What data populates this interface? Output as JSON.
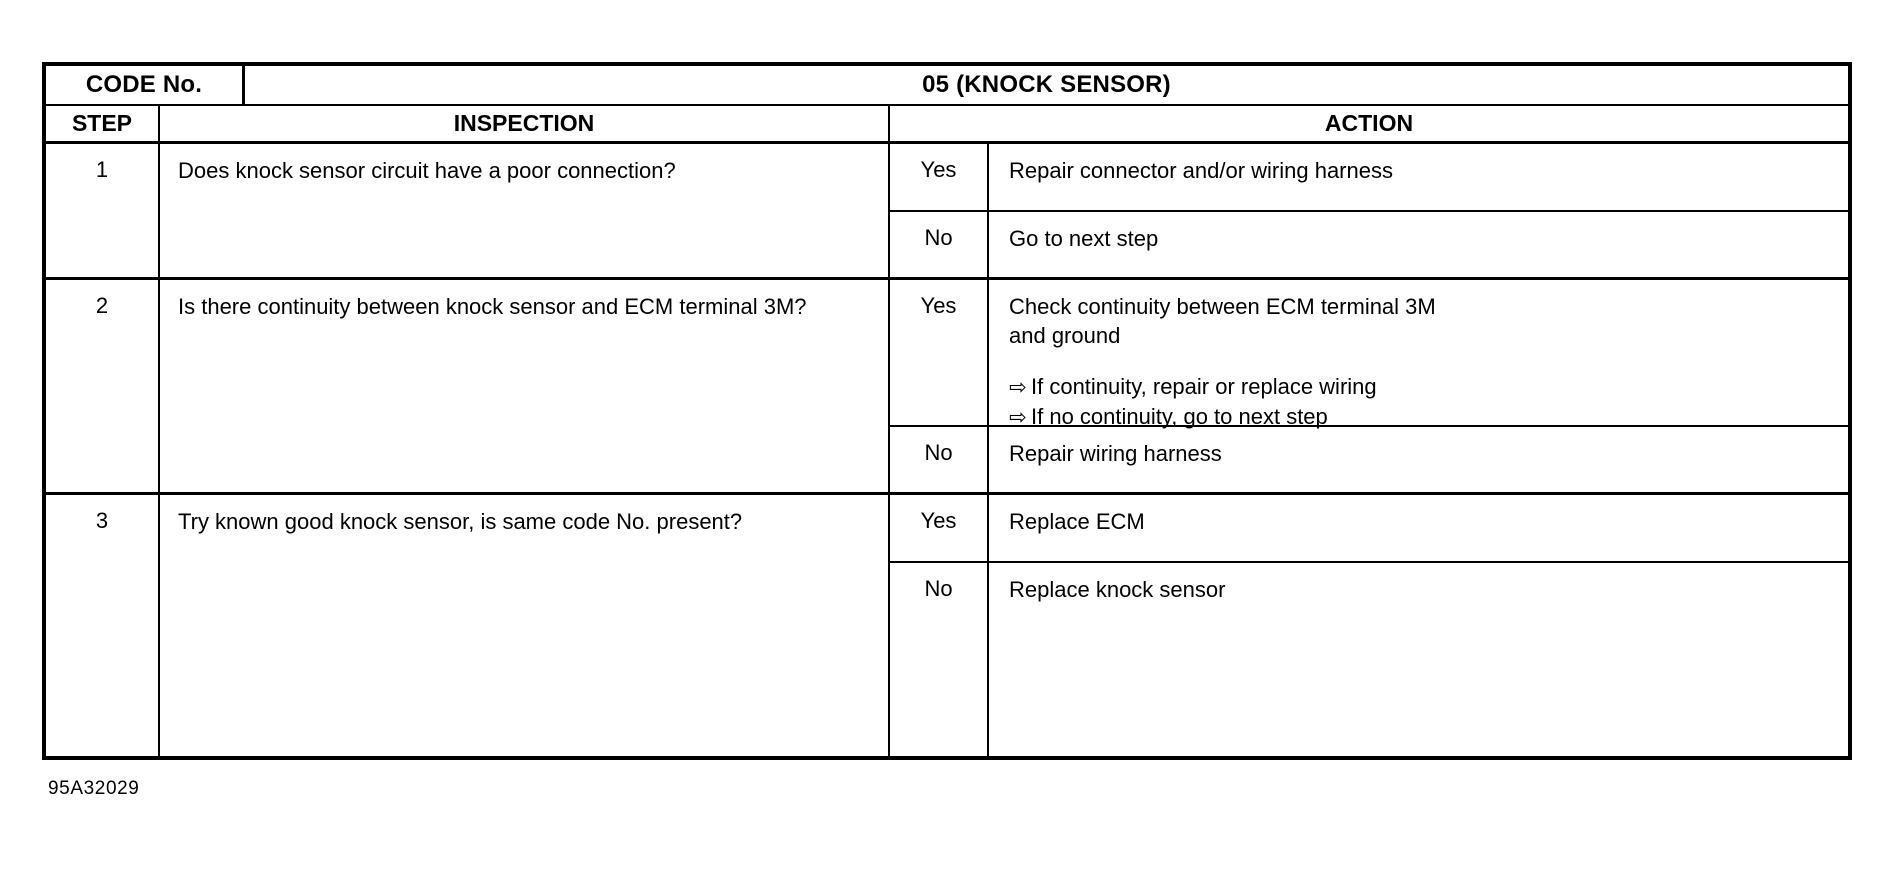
{
  "table": {
    "code_label": "CODE No.",
    "code_value": "05 (KNOCK SENSOR)",
    "columns": {
      "step": "STEP",
      "inspection": "INSPECTION",
      "action": "ACTION"
    },
    "steps": [
      {
        "number": "1",
        "inspection": "Does knock sensor circuit have a poor connection?",
        "outcomes": [
          {
            "answer": "Yes",
            "action": "Repair connector and/or wiring harness"
          },
          {
            "answer": "No",
            "action": "Go to next step"
          }
        ]
      },
      {
        "number": "2",
        "inspection": "Is there continuity between knock sensor and ECM terminal 3M?",
        "outcomes": [
          {
            "answer": "Yes",
            "action_line1": "Check continuity between ECM terminal 3M",
            "action_line2": "and ground",
            "bullets": [
              {
                "glyph": "⇨",
                "text": "If continuity, repair or replace wiring"
              },
              {
                "glyph": "⇨",
                "text": "If no continuity, go to next step"
              }
            ]
          },
          {
            "answer": "No",
            "action": "Repair wiring harness"
          }
        ]
      },
      {
        "number": "3",
        "inspection": "Try known good knock sensor, is same code No. present?",
        "outcomes": [
          {
            "answer": "Yes",
            "action": "Replace ECM"
          },
          {
            "answer": "No",
            "action": "Replace knock sensor"
          }
        ]
      }
    ]
  },
  "footer": {
    "figure_code": "95A32029"
  }
}
